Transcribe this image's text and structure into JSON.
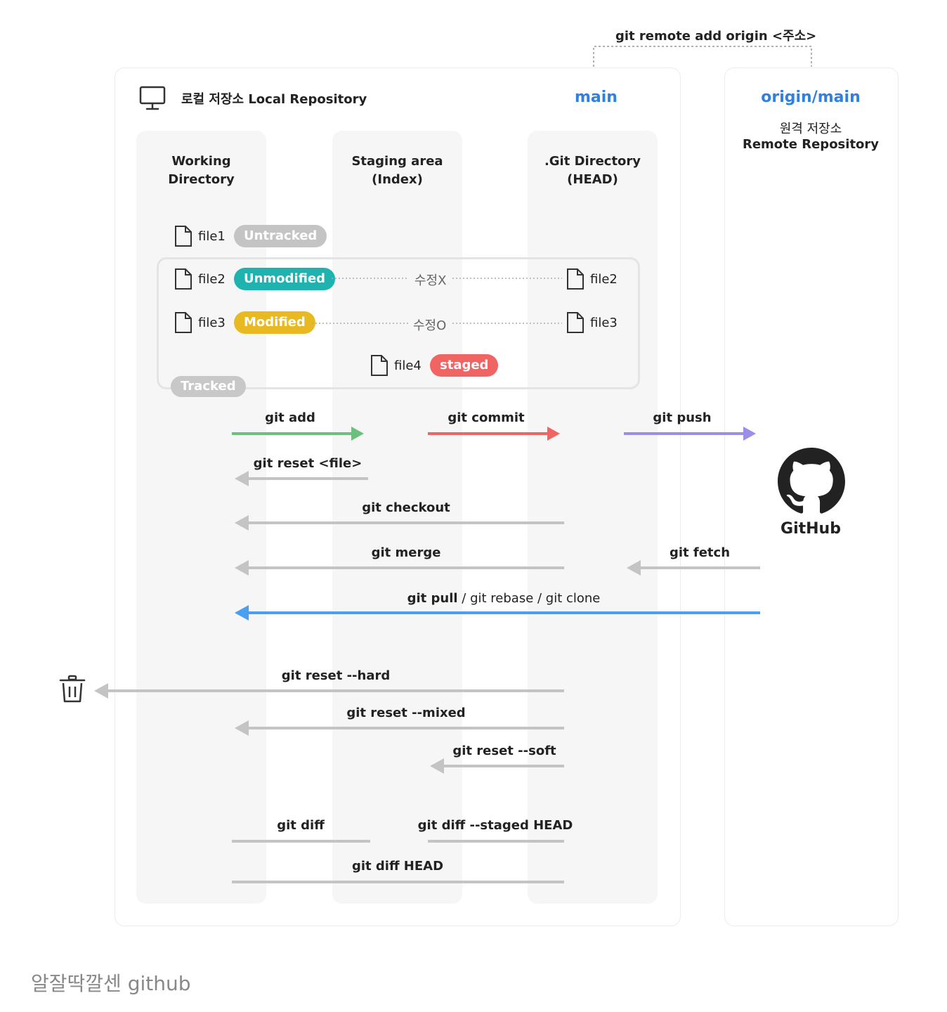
{
  "remote_add": "git remote add origin <주소>",
  "local": {
    "title": "로컬 저장소 Local Repository",
    "branch": "main"
  },
  "remote": {
    "branch": "origin/main",
    "title_ko": "원격 저장소",
    "title_en": "Remote Repository",
    "service": "GitHub"
  },
  "columns": [
    {
      "line1": "Working",
      "line2": "Directory"
    },
    {
      "line1": "Staging area",
      "line2": "(Index)"
    },
    {
      "line1": ".Git Directory",
      "line2": "(HEAD)"
    }
  ],
  "files": {
    "file1": {
      "name": "file1",
      "badge": "Untracked"
    },
    "file2": {
      "name": "file2",
      "badge": "Unmodified",
      "head": "file2",
      "note": "수정X"
    },
    "file3": {
      "name": "file3",
      "badge": "Modified",
      "head": "file3",
      "note": "수정O"
    },
    "file4": {
      "name": "file4",
      "badge": "staged"
    },
    "tracked": "Tracked"
  },
  "colors": {
    "add": "#6dbf7e",
    "commit": "#f06464",
    "push": "#9b8ee8",
    "pull": "#4a9ff0",
    "gray": "#c4c4c4",
    "untracked": "#c4c4c4",
    "unmodified": "#1fb3b0",
    "modified": "#e8b920",
    "staged": "#f06464"
  },
  "commands": {
    "git_add": "git add",
    "git_commit": "git commit",
    "git_push": "git push",
    "git_reset_file": "git reset <file>",
    "git_checkout": "git checkout",
    "git_merge": "git merge",
    "git_fetch": "git fetch",
    "git_pull": "git pull",
    "git_pull_rest": " / git rebase / git clone",
    "git_reset_hard": "git reset --hard",
    "git_reset_mixed": "git reset --mixed",
    "git_reset_soft": "git reset --soft",
    "git_diff": "git diff",
    "git_diff_staged": "git diff --staged HEAD",
    "git_diff_head": "git diff HEAD"
  },
  "caption": "알잘딱깔센 github",
  "icons": {
    "computer": "computer-icon",
    "file": "file-icon",
    "trash": "trash-icon",
    "github": "github-icon"
  }
}
